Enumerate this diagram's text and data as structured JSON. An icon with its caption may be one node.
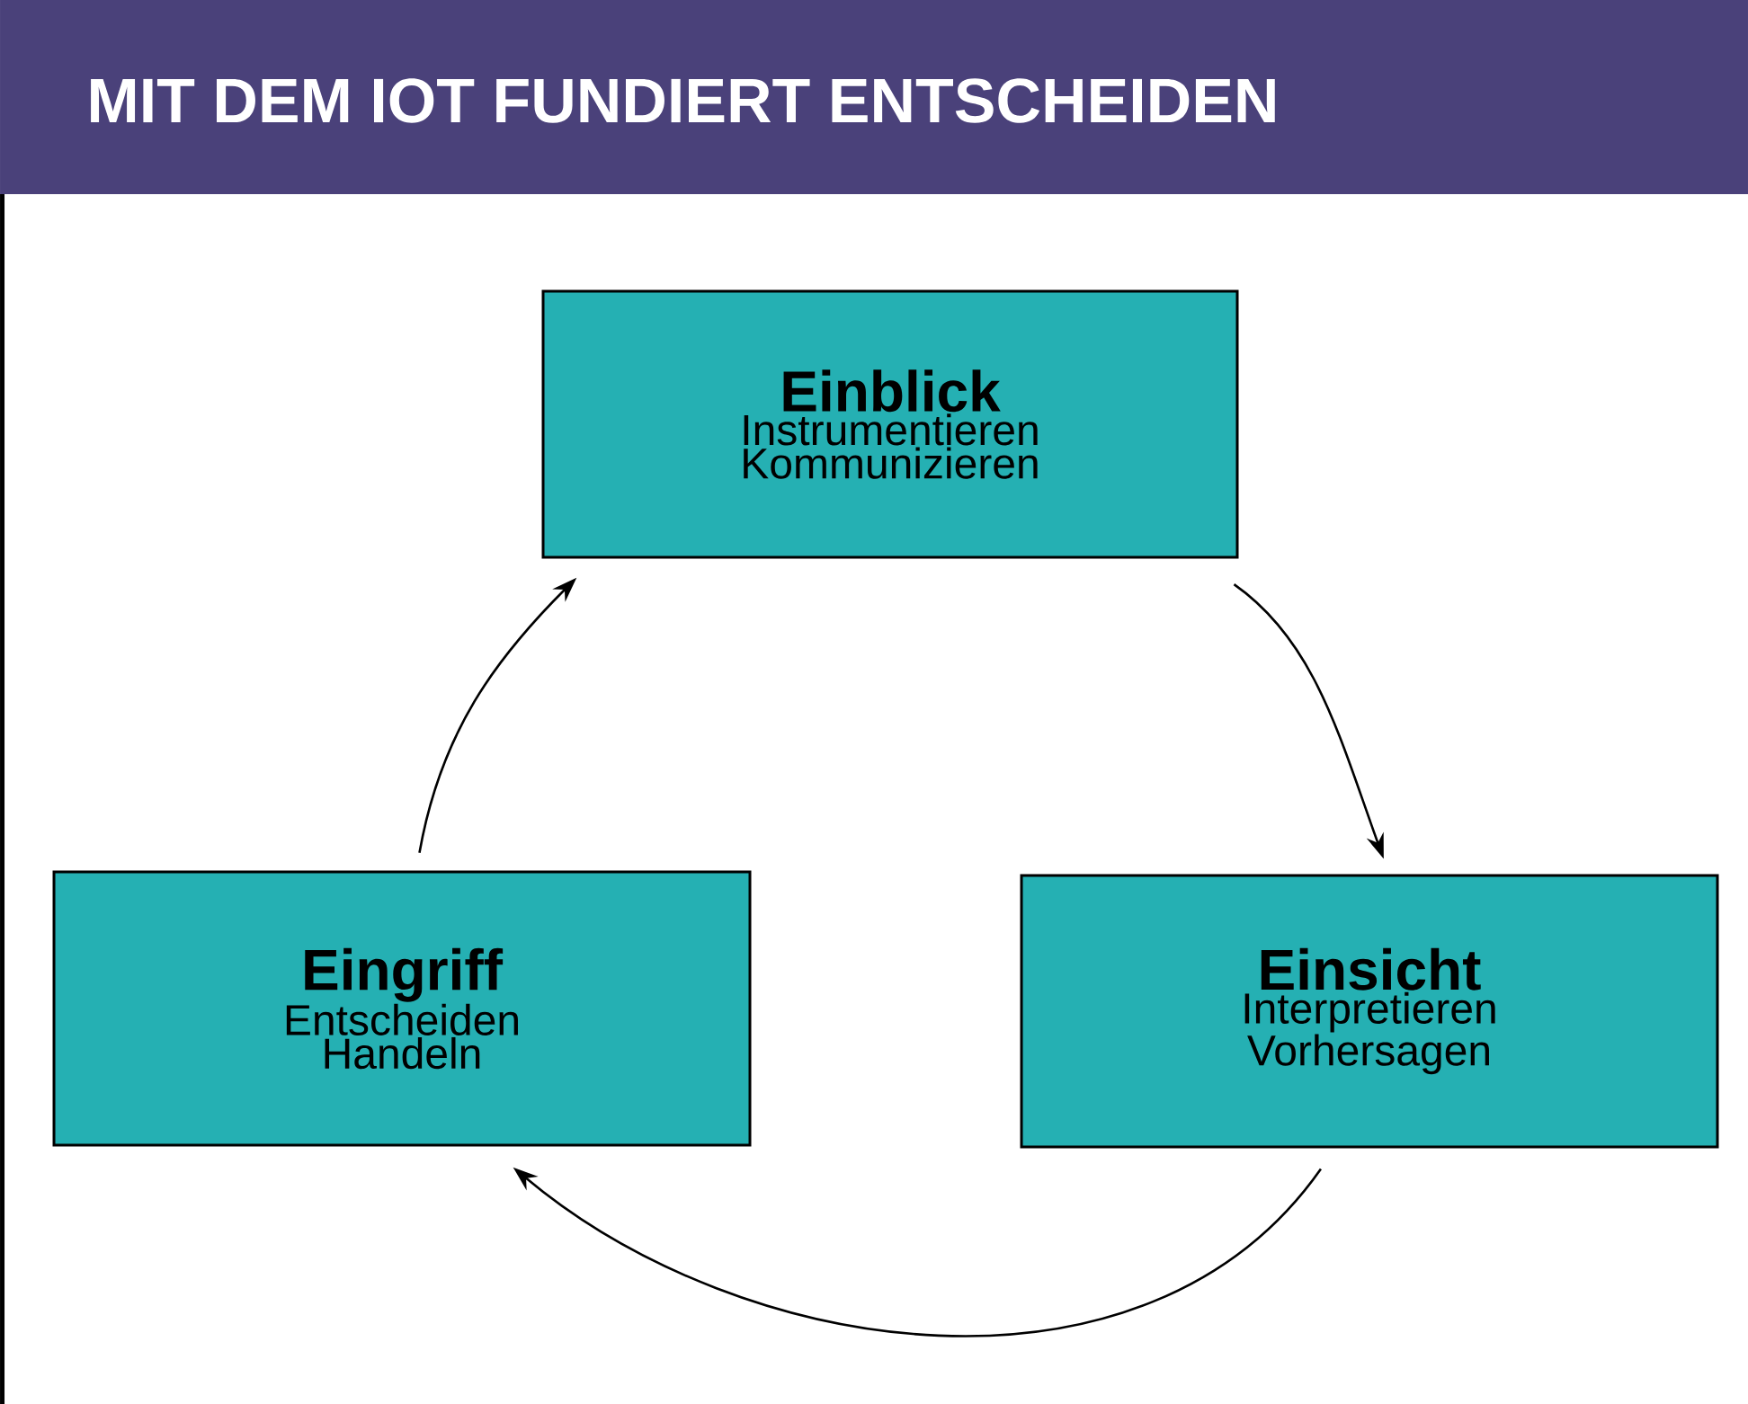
{
  "diagram": {
    "title": "MIT DEM IOT FUNDIERT ENTSCHEIDEN",
    "nodes": [
      {
        "text": [
          "Einblick",
          "Instrumentieren",
          "Kommunizieren"
        ]
      },
      {
        "text": [
          "Eingriff",
          "Entscheiden",
          "Handeln"
        ]
      },
      {
        "text": [
          "Einsicht",
          "Interpretieren",
          "Vorhersagen"
        ]
      }
    ],
    "edges": [
      {
        "from": 0,
        "to": 2,
        "arrow": "to"
      },
      {
        "from": 2,
        "to": 1,
        "arrow": "to"
      },
      {
        "from": 1,
        "to": 0,
        "arrow": "to"
      }
    ]
  }
}
